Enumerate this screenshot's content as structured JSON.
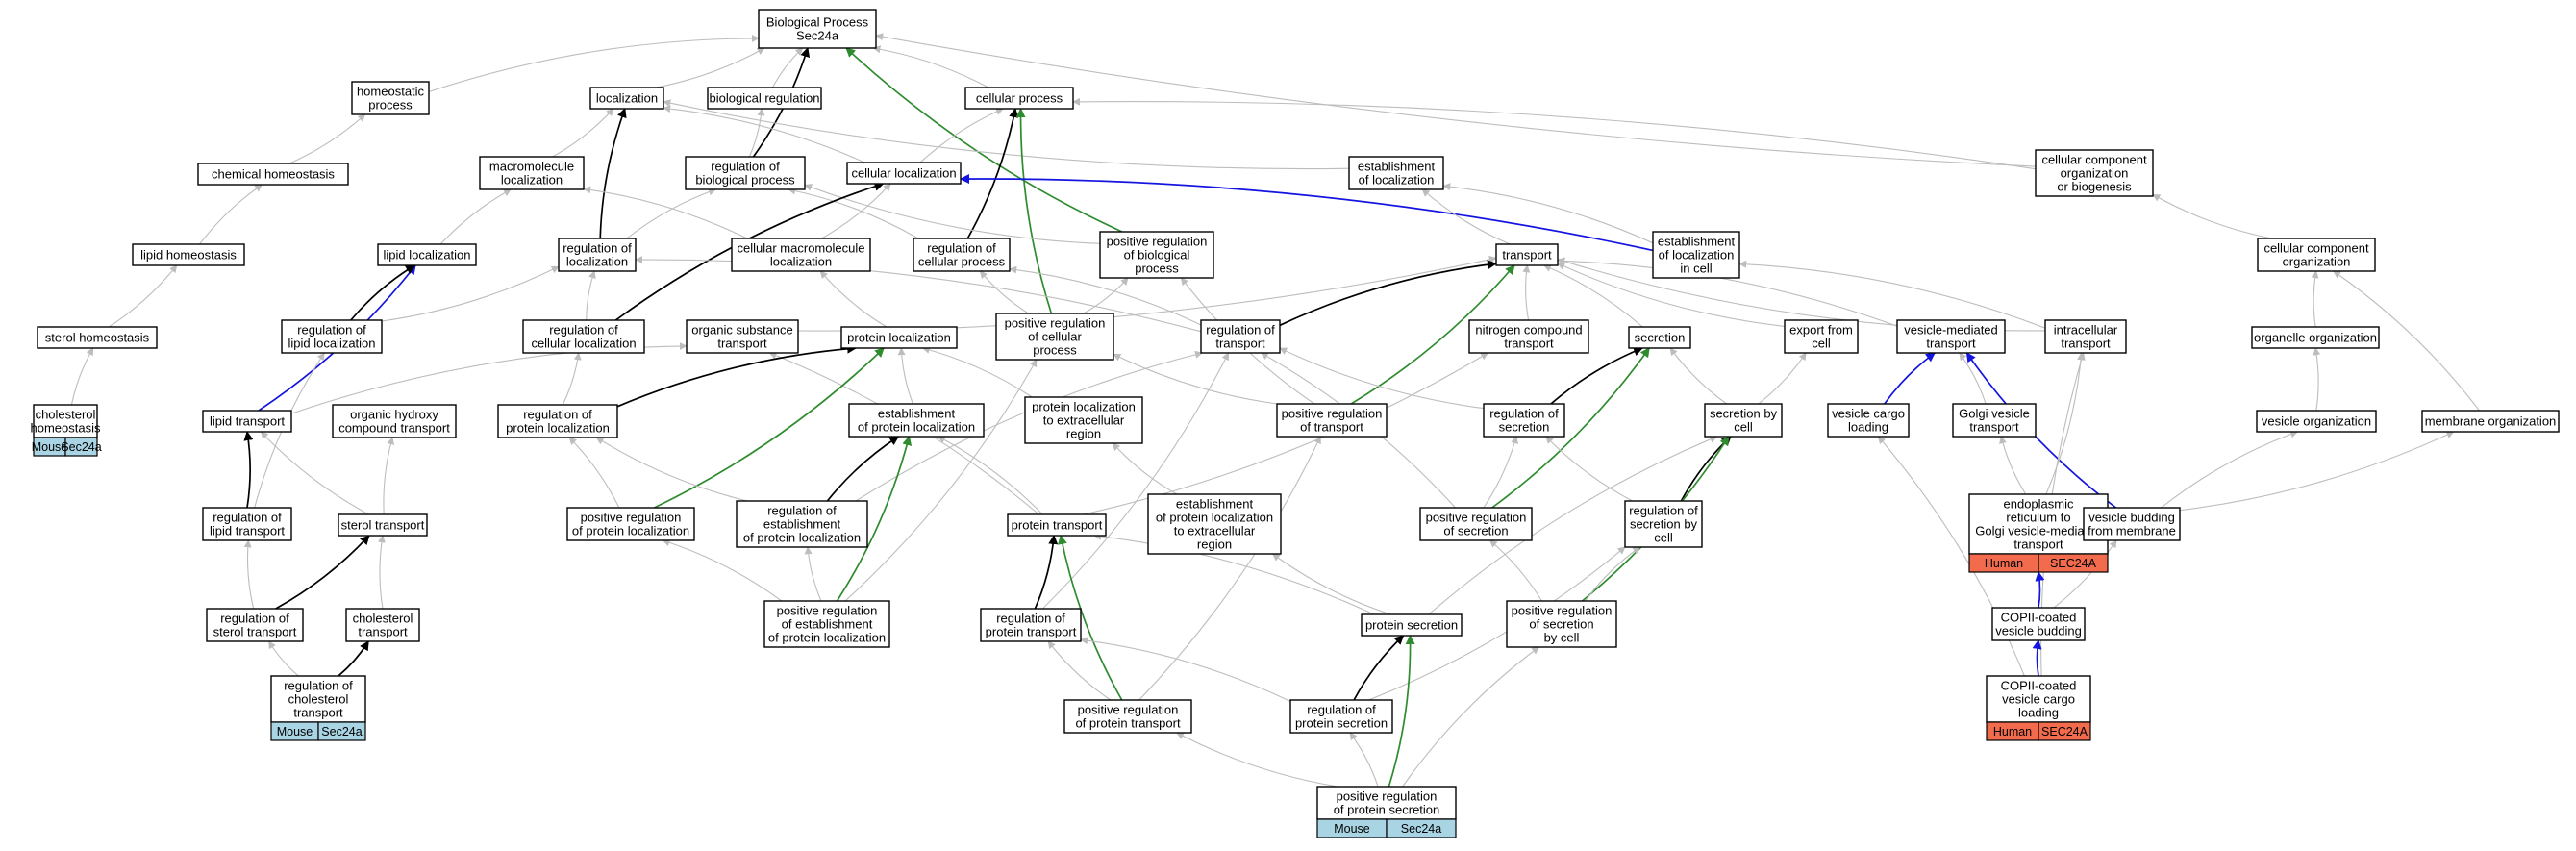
{
  "colors": {
    "edge_default": "#bdbdbd",
    "edge_black": "#000000",
    "edge_green": "#2e8b2e",
    "edge_blue": "#1414e0",
    "badge_mouse": "#a9d4e3",
    "badge_human": "#f26b4d"
  },
  "nodes": [
    {
      "id": "bp",
      "lines": [
        "Biological Process",
        "Sec24a"
      ]
    },
    {
      "id": "homeostatic",
      "lines": [
        "homeostatic",
        "process"
      ]
    },
    {
      "id": "localization",
      "lines": [
        "localization"
      ]
    },
    {
      "id": "bioreg",
      "lines": [
        "biological regulation"
      ]
    },
    {
      "id": "cellproc",
      "lines": [
        "cellular process"
      ]
    },
    {
      "id": "chemhomeo",
      "lines": [
        "chemical homeostasis"
      ]
    },
    {
      "id": "macroloc",
      "lines": [
        "macromolecule",
        "localization"
      ]
    },
    {
      "id": "regbioproc",
      "lines": [
        "regulation of",
        "biological process"
      ]
    },
    {
      "id": "cellloc",
      "lines": [
        "cellular localization"
      ]
    },
    {
      "id": "estloc",
      "lines": [
        "establishment",
        "of localization"
      ]
    },
    {
      "id": "ccob",
      "lines": [
        "cellular component",
        "organization",
        "or biogenesis"
      ]
    },
    {
      "id": "lipidhomeo",
      "lines": [
        "lipid homeostasis"
      ]
    },
    {
      "id": "lipidloc",
      "lines": [
        "lipid localization"
      ]
    },
    {
      "id": "regloc",
      "lines": [
        "regulation of",
        "localization"
      ]
    },
    {
      "id": "cellmacroloc",
      "lines": [
        "cellular macromolecule",
        "localization"
      ]
    },
    {
      "id": "regcellproc",
      "lines": [
        "regulation of",
        "cellular process"
      ]
    },
    {
      "id": "posregbio",
      "lines": [
        "positive regulation",
        "of biological",
        "process"
      ]
    },
    {
      "id": "transport",
      "lines": [
        "transport"
      ]
    },
    {
      "id": "estlocincell",
      "lines": [
        "establishment",
        "of localization",
        "in cell"
      ]
    },
    {
      "id": "cco",
      "lines": [
        "cellular component",
        "organization"
      ]
    },
    {
      "id": "sterolhomeo",
      "lines": [
        "sterol homeostasis"
      ]
    },
    {
      "id": "reglipidloc",
      "lines": [
        "regulation of",
        "lipid localization"
      ]
    },
    {
      "id": "regcellloc",
      "lines": [
        "regulation of",
        "cellular localization"
      ]
    },
    {
      "id": "orgsubtrans",
      "lines": [
        "organic substance",
        "transport"
      ]
    },
    {
      "id": "protloc",
      "lines": [
        "protein localization"
      ]
    },
    {
      "id": "posregcell",
      "lines": [
        "positive regulation",
        "of cellular",
        "process"
      ]
    },
    {
      "id": "regtransport",
      "lines": [
        "regulation of",
        "transport"
      ]
    },
    {
      "id": "nitrotrans",
      "lines": [
        "nitrogen compound",
        "transport"
      ]
    },
    {
      "id": "secretion",
      "lines": [
        "secretion"
      ]
    },
    {
      "id": "exportcell",
      "lines": [
        "export from",
        "cell"
      ]
    },
    {
      "id": "vesmed",
      "lines": [
        "vesicle-mediated",
        "transport"
      ]
    },
    {
      "id": "intracell",
      "lines": [
        "intracellular",
        "transport"
      ]
    },
    {
      "id": "organelleorg",
      "lines": [
        "organelle organization"
      ]
    },
    {
      "id": "cholhomeo",
      "lines": [
        "cholesterol",
        "homeostasis"
      ],
      "badges": [
        {
          "label": "Mouse",
          "type": "mouse"
        },
        {
          "label": "Sec24a",
          "type": "mouse"
        }
      ]
    },
    {
      "id": "lipidtrans",
      "lines": [
        "lipid transport"
      ]
    },
    {
      "id": "orghydroxy",
      "lines": [
        "organic hydroxy",
        "compound transport"
      ]
    },
    {
      "id": "regprotloc",
      "lines": [
        "regulation of",
        "protein localization"
      ]
    },
    {
      "id": "estprotloc",
      "lines": [
        "establishment",
        "of protein localization"
      ]
    },
    {
      "id": "protlocextra",
      "lines": [
        "protein localization",
        "to extracellular",
        "region"
      ]
    },
    {
      "id": "posregtrans",
      "lines": [
        "positive regulation",
        "of transport"
      ]
    },
    {
      "id": "regsecretion",
      "lines": [
        "regulation of",
        "secretion"
      ]
    },
    {
      "id": "secbycell",
      "lines": [
        "secretion by",
        "cell"
      ]
    },
    {
      "id": "vescargo",
      "lines": [
        "vesicle cargo",
        "loading"
      ]
    },
    {
      "id": "golgives",
      "lines": [
        "Golgi vesicle",
        "transport"
      ]
    },
    {
      "id": "vesorg",
      "lines": [
        "vesicle organization"
      ]
    },
    {
      "id": "memorg",
      "lines": [
        "membrane organization"
      ]
    },
    {
      "id": "reglipidtrans",
      "lines": [
        "regulation of",
        "lipid transport"
      ]
    },
    {
      "id": "steroltrans",
      "lines": [
        "sterol transport"
      ]
    },
    {
      "id": "posregprotloc",
      "lines": [
        "positive regulation",
        "of protein localization"
      ]
    },
    {
      "id": "regestprotloc",
      "lines": [
        "regulation of",
        "establishment",
        "of protein localization"
      ]
    },
    {
      "id": "prottrans",
      "lines": [
        "protein transport"
      ]
    },
    {
      "id": "estprotlocextra",
      "lines": [
        "establishment",
        "of protein localization",
        "to extracellular",
        "region"
      ]
    },
    {
      "id": "posregsec",
      "lines": [
        "positive regulation",
        "of secretion"
      ]
    },
    {
      "id": "regsecbycell",
      "lines": [
        "regulation of",
        "secretion by",
        "cell"
      ]
    },
    {
      "id": "ergolgi",
      "lines": [
        "endoplasmic",
        "reticulum to",
        "Golgi vesicle-mediated",
        "transport"
      ],
      "badges": [
        {
          "label": "Human",
          "type": "human"
        },
        {
          "label": "SEC24A",
          "type": "human"
        }
      ]
    },
    {
      "id": "vesbud",
      "lines": [
        "vesicle budding",
        "from membrane"
      ]
    },
    {
      "id": "regsteroltrans",
      "lines": [
        "regulation of",
        "sterol transport"
      ]
    },
    {
      "id": "choltrans",
      "lines": [
        "cholesterol",
        "transport"
      ]
    },
    {
      "id": "posregestprotloc",
      "lines": [
        "positive regulation",
        "of establishment",
        "of protein localization"
      ]
    },
    {
      "id": "regprottrans",
      "lines": [
        "regulation of",
        "protein transport"
      ]
    },
    {
      "id": "protsec",
      "lines": [
        "protein secretion"
      ]
    },
    {
      "id": "posregsecbycell",
      "lines": [
        "positive regulation",
        "of secretion",
        "by cell"
      ]
    },
    {
      "id": "copiibud",
      "lines": [
        "COPII-coated",
        "vesicle budding"
      ]
    },
    {
      "id": "regcholtrans",
      "lines": [
        "regulation of",
        "cholesterol",
        "transport"
      ],
      "badges": [
        {
          "label": "Mouse",
          "type": "mouse"
        },
        {
          "label": "Sec24a",
          "type": "mouse"
        }
      ]
    },
    {
      "id": "posregprottrans",
      "lines": [
        "positive regulation",
        "of protein transport"
      ]
    },
    {
      "id": "regprotsec",
      "lines": [
        "regulation of",
        "protein secretion"
      ]
    },
    {
      "id": "copiicargo",
      "lines": [
        "COPII-coated",
        "vesicle cargo",
        "loading"
      ],
      "badges": [
        {
          "label": "Human",
          "type": "human"
        },
        {
          "label": "SEC24A",
          "type": "human"
        }
      ]
    },
    {
      "id": "posregprotsec",
      "lines": [
        "positive regulation",
        "of protein secretion"
      ],
      "badges": [
        {
          "label": "Mouse",
          "type": "mouse"
        },
        {
          "label": "Sec24a",
          "type": "mouse"
        }
      ]
    }
  ],
  "edges": [
    {
      "from": "homeostatic",
      "to": "bp",
      "type": "default"
    },
    {
      "from": "localization",
      "to": "bp",
      "type": "default"
    },
    {
      "from": "bioreg",
      "to": "bp",
      "type": "default"
    },
    {
      "from": "cellproc",
      "to": "bp",
      "type": "default"
    },
    {
      "from": "ccob",
      "to": "bp",
      "type": "default"
    },
    {
      "from": "regbioproc",
      "to": "bp",
      "type": "black"
    },
    {
      "from": "posregbio",
      "to": "bp",
      "type": "green"
    },
    {
      "from": "chemhomeo",
      "to": "homeostatic",
      "type": "default"
    },
    {
      "from": "lipidhomeo",
      "to": "chemhomeo",
      "type": "default"
    },
    {
      "from": "sterolhomeo",
      "to": "lipidhomeo",
      "type": "default"
    },
    {
      "from": "cholhomeo",
      "to": "sterolhomeo",
      "type": "default"
    },
    {
      "from": "macroloc",
      "to": "localization",
      "type": "default"
    },
    {
      "from": "regloc",
      "to": "localization",
      "type": "black"
    },
    {
      "from": "cellloc",
      "to": "localization",
      "type": "default"
    },
    {
      "from": "estloc",
      "to": "localization",
      "type": "default"
    },
    {
      "from": "regbioproc",
      "to": "bioreg",
      "type": "default"
    },
    {
      "from": "cellloc",
      "to": "cellproc",
      "type": "default"
    },
    {
      "from": "regcellproc",
      "to": "cellproc",
      "type": "black"
    },
    {
      "from": "posregcell",
      "to": "cellproc",
      "type": "green"
    },
    {
      "from": "ccob",
      "to": "cellproc",
      "type": "default"
    },
    {
      "from": "lipidloc",
      "to": "macroloc",
      "type": "default"
    },
    {
      "from": "cellmacroloc",
      "to": "macroloc",
      "type": "default"
    },
    {
      "from": "regloc",
      "to": "regbioproc",
      "type": "default"
    },
    {
      "from": "regcellproc",
      "to": "regbioproc",
      "type": "default"
    },
    {
      "from": "posregbio",
      "to": "regbioproc",
      "type": "default"
    },
    {
      "from": "estlocincell",
      "to": "cellloc",
      "type": "blue"
    },
    {
      "from": "regcellloc",
      "to": "cellloc",
      "type": "black"
    },
    {
      "from": "cellmacroloc",
      "to": "cellloc",
      "type": "default"
    },
    {
      "from": "transport",
      "to": "estloc",
      "type": "default"
    },
    {
      "from": "estlocincell",
      "to": "estloc",
      "type": "default"
    },
    {
      "from": "cco",
      "to": "ccob",
      "type": "default"
    },
    {
      "from": "lipidtrans",
      "to": "lipidloc",
      "type": "blue"
    },
    {
      "from": "reglipidloc",
      "to": "lipidloc",
      "type": "black"
    },
    {
      "from": "reglipidloc",
      "to": "regloc",
      "type": "default"
    },
    {
      "from": "regcellloc",
      "to": "regloc",
      "type": "default"
    },
    {
      "from": "regtransport",
      "to": "regloc",
      "type": "default"
    },
    {
      "from": "protloc",
      "to": "cellmacroloc",
      "type": "default"
    },
    {
      "from": "regtransport",
      "to": "regcellproc",
      "type": "default"
    },
    {
      "from": "posregcell",
      "to": "regcellproc",
      "type": "default"
    },
    {
      "from": "posregcell",
      "to": "posregbio",
      "type": "default"
    },
    {
      "from": "posregtrans",
      "to": "posregbio",
      "type": "default"
    },
    {
      "from": "orgsubtrans",
      "to": "transport",
      "type": "default"
    },
    {
      "from": "regtransport",
      "to": "transport",
      "type": "black"
    },
    {
      "from": "posregtrans",
      "to": "transport",
      "type": "green"
    },
    {
      "from": "nitrotrans",
      "to": "transport",
      "type": "default"
    },
    {
      "from": "secretion",
      "to": "transport",
      "type": "default"
    },
    {
      "from": "exportcell",
      "to": "transport",
      "type": "default"
    },
    {
      "from": "vesmed",
      "to": "transport",
      "type": "default"
    },
    {
      "from": "intracell",
      "to": "transport",
      "type": "default"
    },
    {
      "from": "intracell",
      "to": "estlocincell",
      "type": "default"
    },
    {
      "from": "organelleorg",
      "to": "cco",
      "type": "default"
    },
    {
      "from": "memorg",
      "to": "cco",
      "type": "default"
    },
    {
      "from": "reglipidtrans",
      "to": "reglipidloc",
      "type": "default"
    },
    {
      "from": "regprotloc",
      "to": "regcellloc",
      "type": "default"
    },
    {
      "from": "lipidtrans",
      "to": "orgsubtrans",
      "type": "default"
    },
    {
      "from": "prottrans",
      "to": "orgsubtrans",
      "type": "default"
    },
    {
      "from": "regprotloc",
      "to": "protloc",
      "type": "black"
    },
    {
      "from": "posregprotloc",
      "to": "protloc",
      "type": "green"
    },
    {
      "from": "estprotloc",
      "to": "protloc",
      "type": "default"
    },
    {
      "from": "protlocextra",
      "to": "protloc",
      "type": "default"
    },
    {
      "from": "posregtrans",
      "to": "posregcell",
      "type": "default"
    },
    {
      "from": "posregsec",
      "to": "regtransport",
      "type": "default"
    },
    {
      "from": "regsecretion",
      "to": "regtransport",
      "type": "default"
    },
    {
      "from": "regprottrans",
      "to": "regtransport",
      "type": "default"
    },
    {
      "from": "regestprotloc",
      "to": "regtransport",
      "type": "default"
    },
    {
      "from": "prottrans",
      "to": "nitrotrans",
      "type": "default"
    },
    {
      "from": "regsecretion",
      "to": "secretion",
      "type": "black"
    },
    {
      "from": "posregsec",
      "to": "secretion",
      "type": "green"
    },
    {
      "from": "secbycell",
      "to": "secretion",
      "type": "default"
    },
    {
      "from": "secbycell",
      "to": "exportcell",
      "type": "default"
    },
    {
      "from": "vescargo",
      "to": "vesmed",
      "type": "blue"
    },
    {
      "from": "golgives",
      "to": "vesmed",
      "type": "default"
    },
    {
      "from": "vesbud",
      "to": "vesmed",
      "type": "blue"
    },
    {
      "from": "ergolgi",
      "to": "intracell",
      "type": "default"
    },
    {
      "from": "copiicargo",
      "to": "intracell",
      "type": "default"
    },
    {
      "from": "vesorg",
      "to": "organelleorg",
      "type": "default"
    },
    {
      "from": "vesbud",
      "to": "vesorg",
      "type": "default"
    },
    {
      "from": "vesbud",
      "to": "memorg",
      "type": "default"
    },
    {
      "from": "steroltrans",
      "to": "lipidtrans",
      "type": "default"
    },
    {
      "from": "reglipidtrans",
      "to": "lipidtrans",
      "type": "black"
    },
    {
      "from": "steroltrans",
      "to": "orghydroxy",
      "type": "default"
    },
    {
      "from": "posregprotloc",
      "to": "regprotloc",
      "type": "default"
    },
    {
      "from": "regestprotloc",
      "to": "regprotloc",
      "type": "default"
    },
    {
      "from": "prottrans",
      "to": "estprotloc",
      "type": "default"
    },
    {
      "from": "regestprotloc",
      "to": "estprotloc",
      "type": "black"
    },
    {
      "from": "posregestprotloc",
      "to": "estprotloc",
      "type": "green"
    },
    {
      "from": "estprotlocextra",
      "to": "protlocextra",
      "type": "default"
    },
    {
      "from": "posregprottrans",
      "to": "posregtrans",
      "type": "default"
    },
    {
      "from": "regsecbycell",
      "to": "regsecretion",
      "type": "default"
    },
    {
      "from": "posregsec",
      "to": "regsecretion",
      "type": "default"
    },
    {
      "from": "regsecbycell",
      "to": "secbycell",
      "type": "black"
    },
    {
      "from": "posregsecbycell",
      "to": "secbycell",
      "type": "green"
    },
    {
      "from": "protsec",
      "to": "secbycell",
      "type": "default"
    },
    {
      "from": "copiicargo",
      "to": "vescargo",
      "type": "default"
    },
    {
      "from": "ergolgi",
      "to": "golgives",
      "type": "default"
    },
    {
      "from": "copiibud",
      "to": "vesbud",
      "type": "default"
    },
    {
      "from": "regsteroltrans",
      "to": "reglipidtrans",
      "type": "default"
    },
    {
      "from": "regsteroltrans",
      "to": "steroltrans",
      "type": "black"
    },
    {
      "from": "choltrans",
      "to": "steroltrans",
      "type": "default"
    },
    {
      "from": "posregestprotloc",
      "to": "posregprotloc",
      "type": "default"
    },
    {
      "from": "posregestprotloc",
      "to": "regestprotloc",
      "type": "default"
    },
    {
      "from": "regprottrans",
      "to": "prottrans",
      "type": "black"
    },
    {
      "from": "posregprottrans",
      "to": "prottrans",
      "type": "green"
    },
    {
      "from": "protsec",
      "to": "prottrans",
      "type": "default"
    },
    {
      "from": "protsec",
      "to": "estprotlocextra",
      "type": "default"
    },
    {
      "from": "posregsecbycell",
      "to": "posregsec",
      "type": "default"
    },
    {
      "from": "posregsecbycell",
      "to": "regsecbycell",
      "type": "default"
    },
    {
      "from": "regprotsec",
      "to": "regsecbycell",
      "type": "default"
    },
    {
      "from": "copiicargo",
      "to": "copiibud",
      "type": "blue"
    },
    {
      "from": "copiibud",
      "to": "ergolgi",
      "type": "blue"
    },
    {
      "from": "regcholtrans",
      "to": "regsteroltrans",
      "type": "default"
    },
    {
      "from": "regcholtrans",
      "to": "choltrans",
      "type": "black"
    },
    {
      "from": "posregprottrans",
      "to": "regprottrans",
      "type": "default"
    },
    {
      "from": "regprotsec",
      "to": "regprottrans",
      "type": "default"
    },
    {
      "from": "regprotsec",
      "to": "protsec",
      "type": "black"
    },
    {
      "from": "posregprotsec",
      "to": "protsec",
      "type": "green"
    },
    {
      "from": "posregprotsec",
      "to": "posregprottrans",
      "type": "default"
    },
    {
      "from": "posregprotsec",
      "to": "regprotsec",
      "type": "default"
    },
    {
      "from": "posregprotsec",
      "to": "posregsecbycell",
      "type": "default"
    },
    {
      "from": "posregestprotloc",
      "to": "posregcell",
      "type": "default"
    }
  ]
}
